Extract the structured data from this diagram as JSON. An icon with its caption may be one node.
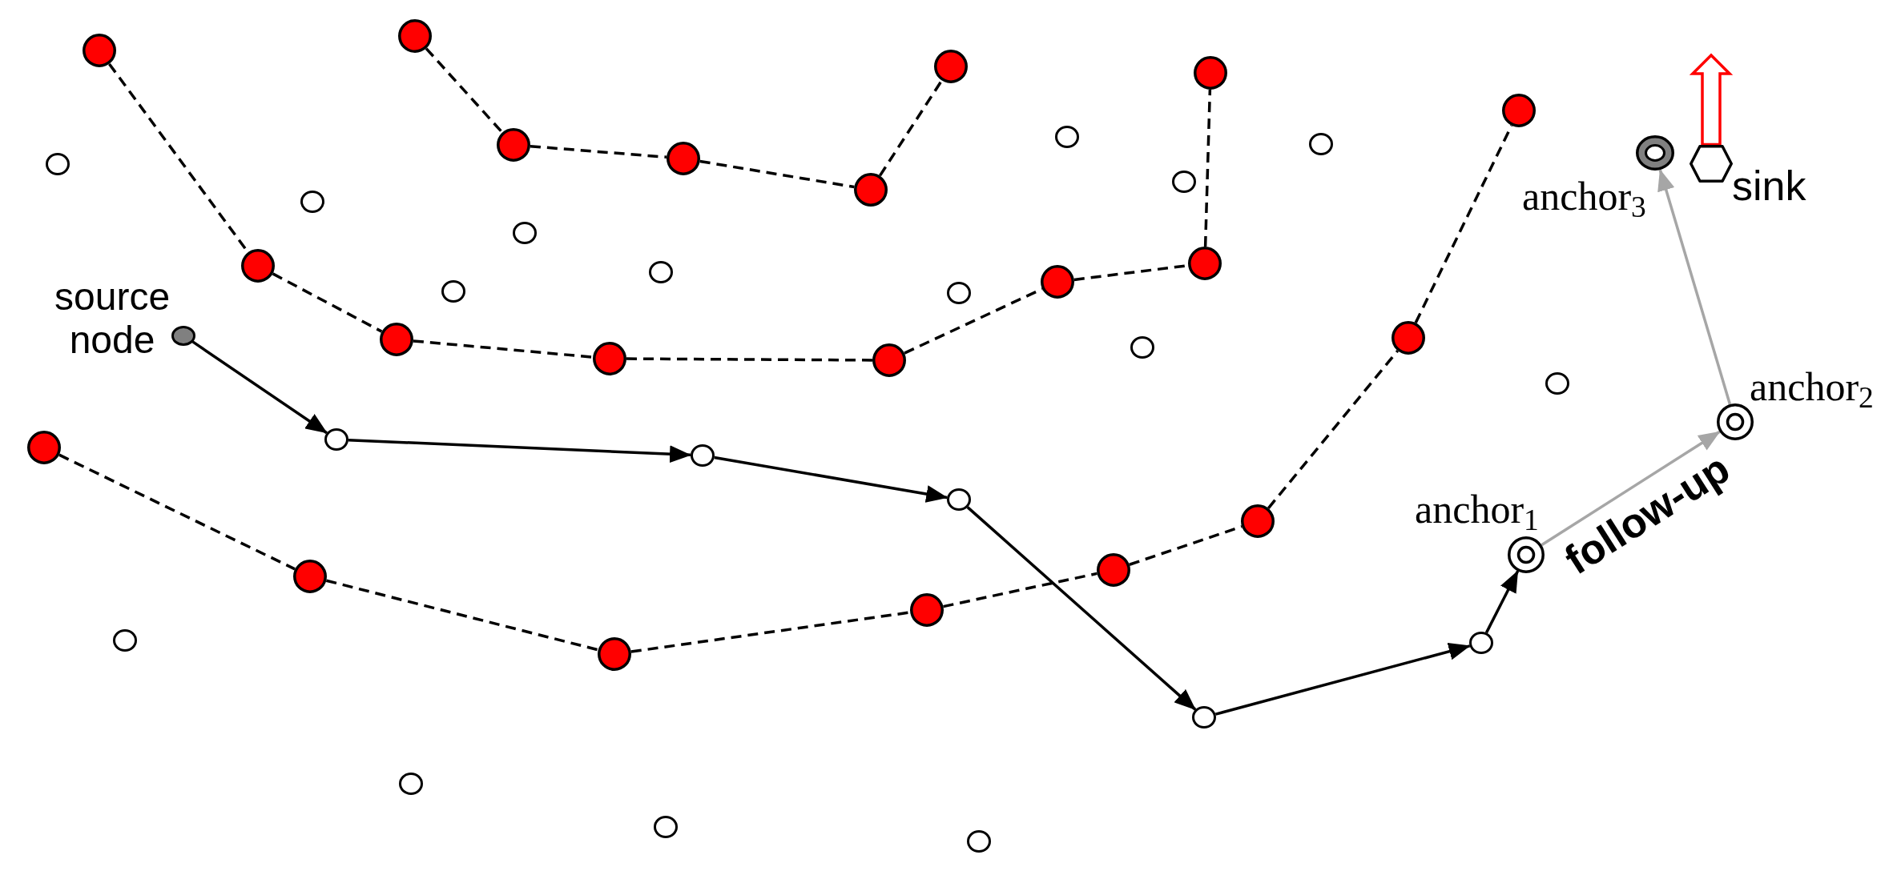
{
  "diagram": {
    "nodes": [
      {
        "text": [],
        "shape": "circle"
      },
      {
        "text": [],
        "shape": "circle"
      },
      {
        "text": [],
        "shape": "circle"
      },
      {
        "text": [],
        "shape": "circle"
      },
      {
        "text": [],
        "shape": "circle"
      },
      {
        "text": [],
        "shape": "circle"
      },
      {
        "text": [],
        "shape": "circle"
      },
      {
        "text": [],
        "shape": "circle"
      },
      {
        "text": [],
        "shape": "circle",
        "beside": [
          "anchor$_{3}$"
        ]
      },
      {
        "text": [],
        "shape": "circle"
      },
      {
        "text": [],
        "shape": "hexagon",
        "beside": [
          "sink"
        ]
      },
      {
        "text": [],
        "shape": "circle"
      },
      {
        "text": [],
        "shape": "circle"
      },
      {
        "text": [],
        "shape": "circle"
      },
      {
        "text": [],
        "shape": "circle"
      },
      {
        "text": [],
        "shape": "circle"
      },
      {
        "text": [],
        "shape": "circle"
      },
      {
        "text": [],
        "shape": "circle"
      },
      {
        "text": [],
        "shape": "circle"
      },
      {
        "text": [],
        "shape": "circle"
      },
      {
        "text": [],
        "shape": "circle"
      },
      {
        "text": [],
        "shape": "circle"
      },
      {
        "text": [],
        "shape": "circle",
        "beside": [
          "source node"
        ]
      },
      {
        "text": [],
        "shape": "circle"
      },
      {
        "text": [],
        "shape": "circle"
      },
      {
        "text": [],
        "shape": "circle"
      },
      {
        "text": [],
        "shape": "circle"
      },
      {
        "text": [],
        "shape": "circle"
      },
      {
        "text": [],
        "shape": "circle"
      },
      {
        "text": [],
        "shape": "circle",
        "beside": [
          "anchor$_{2}$"
        ]
      },
      {
        "text": [],
        "shape": "circle"
      },
      {
        "text": [],
        "shape": "circle"
      },
      {
        "text": [],
        "shape": "circle"
      },
      {
        "text": [],
        "shape": "circle"
      },
      {
        "text": [],
        "shape": "circle"
      },
      {
        "text": [],
        "shape": "circle",
        "beside": [
          "anchor$_{1}$"
        ]
      },
      {
        "text": [],
        "shape": "circle"
      },
      {
        "text": [],
        "shape": "circle"
      },
      {
        "text": [],
        "shape": "circle"
      },
      {
        "text": [],
        "shape": "circle"
      },
      {
        "text": [],
        "shape": "circle"
      },
      {
        "text": [],
        "shape": "circle"
      },
      {
        "text": [],
        "shape": "circle"
      },
      {
        "text": [],
        "shape": "circle"
      },
      {
        "text": [],
        "shape": "circle"
      },
      {
        "text": [],
        "shape": "circle"
      }
    ],
    "edges": [
      {
        "from": 1,
        "to": 17,
        "arrow": "none",
        "style": "dashed"
      },
      {
        "from": 17,
        "to": 24,
        "arrow": "none",
        "style": "dashed"
      },
      {
        "from": 24,
        "to": 26,
        "arrow": "none",
        "style": "dashed"
      },
      {
        "from": 26,
        "to": 27,
        "arrow": "none",
        "style": "dashed"
      },
      {
        "from": 27,
        "to": 19,
        "arrow": "none",
        "style": "dashed"
      },
      {
        "from": 19,
        "to": 16,
        "arrow": "none",
        "style": "dashed"
      },
      {
        "from": 16,
        "to": 3,
        "arrow": "none",
        "style": "dashed"
      },
      {
        "from": 0,
        "to": 7,
        "arrow": "none",
        "style": "dashed"
      },
      {
        "from": 7,
        "to": 9,
        "arrow": "none",
        "style": "dashed"
      },
      {
        "from": 9,
        "to": 13,
        "arrow": "none",
        "style": "dashed"
      },
      {
        "from": 13,
        "to": 2,
        "arrow": "none",
        "style": "dashed"
      },
      {
        "from": 31,
        "to": 37,
        "arrow": "none",
        "style": "dashed"
      },
      {
        "from": 37,
        "to": 41,
        "arrow": "none",
        "style": "dashed"
      },
      {
        "from": 41,
        "to": 38,
        "arrow": "none",
        "style": "dashed"
      },
      {
        "from": 38,
        "to": 36,
        "arrow": "none",
        "style": "dashed"
      },
      {
        "from": 36,
        "to": 34,
        "arrow": "none",
        "style": "dashed"
      },
      {
        "from": 34,
        "to": 23,
        "arrow": "none",
        "style": "dashed"
      },
      {
        "from": 23,
        "to": 4,
        "arrow": "none",
        "style": "dashed"
      },
      {
        "from": 22,
        "to": 30,
        "arrow": "to"
      },
      {
        "from": 30,
        "to": 32,
        "arrow": "to"
      },
      {
        "from": 32,
        "to": 33,
        "arrow": "to"
      },
      {
        "from": 33,
        "to": 42,
        "arrow": "to"
      },
      {
        "from": 42,
        "to": 40,
        "arrow": "to"
      },
      {
        "from": 40,
        "to": 35,
        "arrow": "to"
      },
      {
        "from": 35,
        "to": 29,
        "arrow": "to",
        "label": "follow-up",
        "color": "#a6a6a6"
      },
      {
        "from": 29,
        "to": 8,
        "arrow": "to",
        "color": "#a6a6a6"
      },
      {
        "from": 10,
        "to": null,
        "arrow": "to",
        "style": "thick",
        "color": "#ff0000"
      }
    ]
  }
}
